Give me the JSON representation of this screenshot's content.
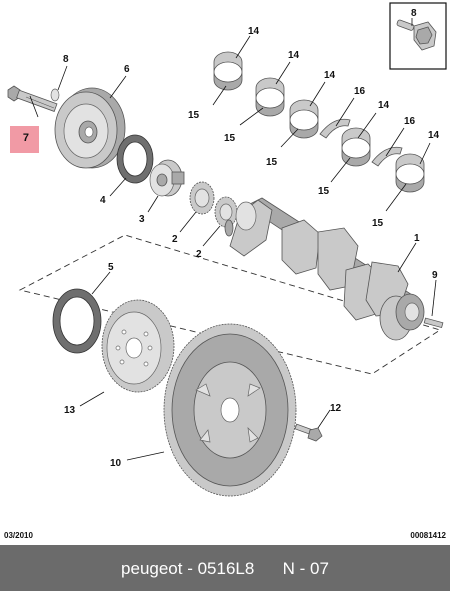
{
  "callouts": {
    "n14a": "14",
    "n14b": "14",
    "n14c": "14",
    "n14d": "14",
    "n14e": "14",
    "n15a": "15",
    "n15b": "15",
    "n15c": "15",
    "n15d": "15",
    "n15e": "15",
    "n16a": "16",
    "n16b": "16",
    "n8a": "8",
    "n8b": "8",
    "n6": "6",
    "n7": "7",
    "n4": "4",
    "n3": "3",
    "n2a": "2",
    "n2b": "2",
    "n1": "1",
    "n9": "9",
    "n5": "5",
    "n13": "13",
    "n12": "12",
    "n10": "10"
  },
  "meta": {
    "date": "03/2010",
    "diagram_number": "00081412"
  },
  "footer": {
    "text": "peugeot - 0516L8      N - 07"
  },
  "colors": {
    "highlight": "#f19aa5",
    "footer_bg": "#6b6b6b",
    "part_fill": "#c9c9c9",
    "seal_fill": "#6f6f6f"
  }
}
